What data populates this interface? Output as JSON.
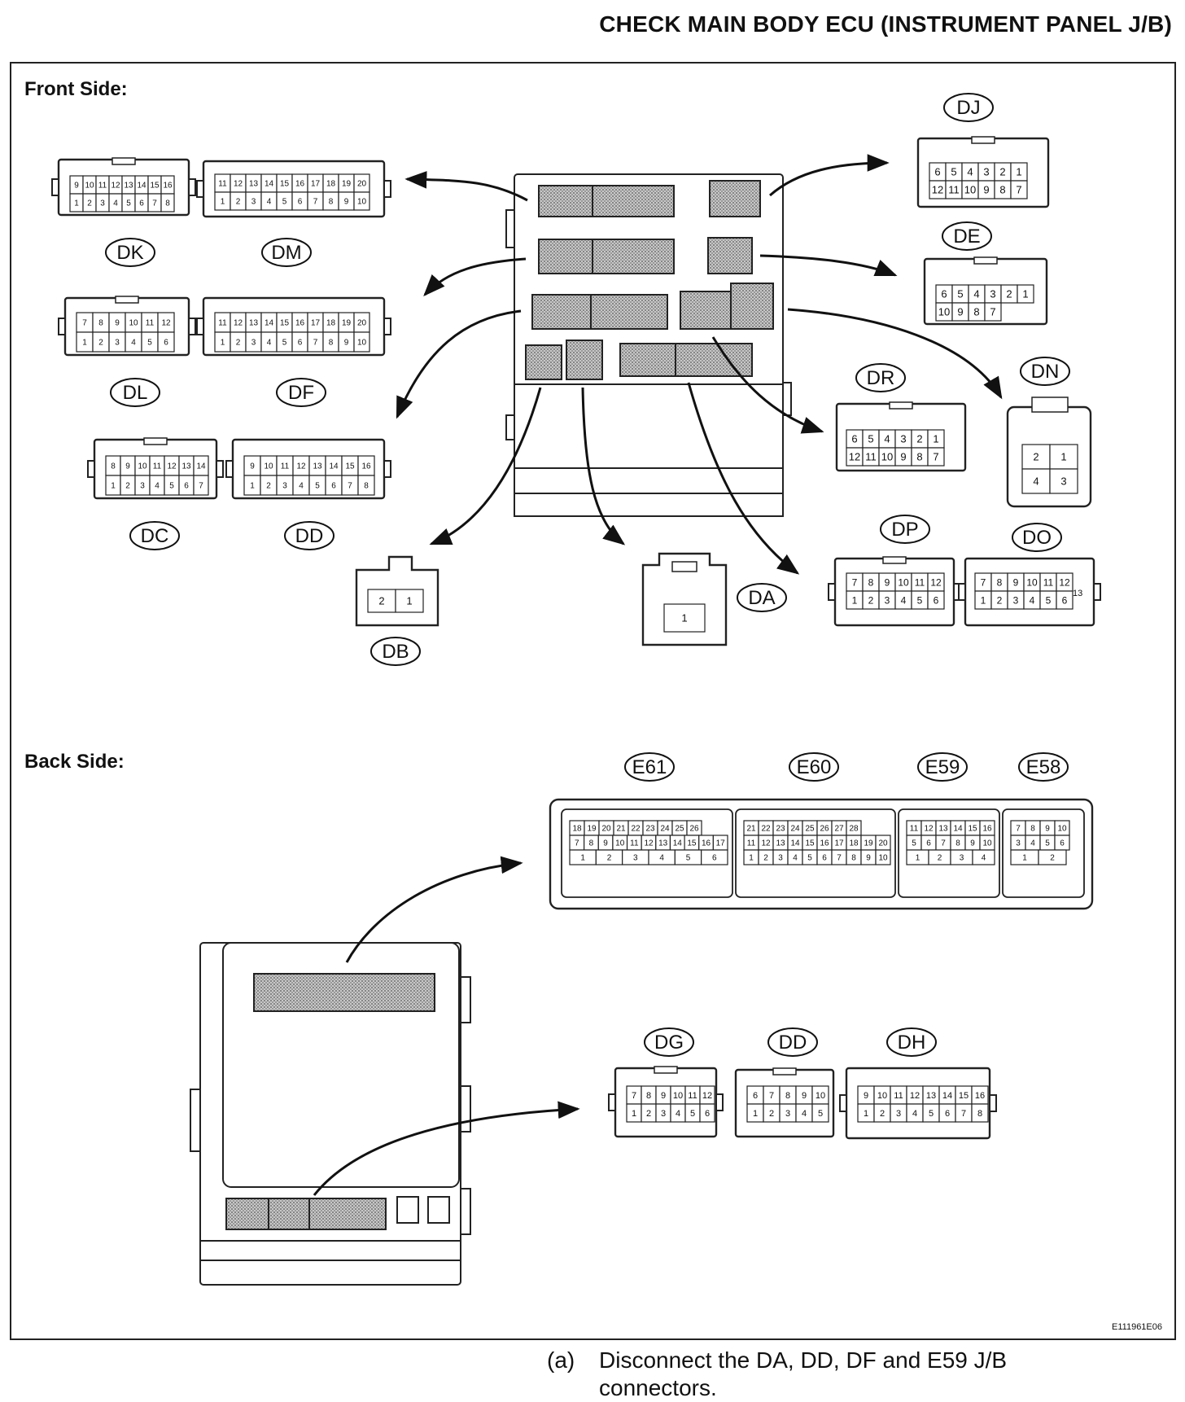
{
  "title": "CHECK MAIN BODY ECU (INSTRUMENT PANEL J/B)",
  "front_label": "Front Side:",
  "back_label": "Back Side:",
  "figure_id": "E111961E06",
  "caption": {
    "number": "(a)",
    "text": "Disconnect the DA, DD, DF and E59 J/B connectors."
  },
  "front_connectors": {
    "DK": {
      "top": [
        "9",
        "10",
        "11",
        "12",
        "13",
        "14",
        "15",
        "16"
      ],
      "bottom": [
        "1",
        "2",
        "3",
        "4",
        "5",
        "6",
        "7",
        "8"
      ]
    },
    "DM": {
      "top": [
        "11",
        "12",
        "13",
        "14",
        "15",
        "16",
        "17",
        "18",
        "19",
        "20"
      ],
      "bottom": [
        "1",
        "2",
        "3",
        "4",
        "5",
        "6",
        "7",
        "8",
        "9",
        "10"
      ]
    },
    "DL": {
      "top": [
        "7",
        "8",
        "9",
        "10",
        "11",
        "12"
      ],
      "bottom": [
        "1",
        "2",
        "3",
        "4",
        "5",
        "6"
      ]
    },
    "DF": {
      "top": [
        "11",
        "12",
        "13",
        "14",
        "15",
        "16",
        "17",
        "18",
        "19",
        "20"
      ],
      "bottom": [
        "1",
        "2",
        "3",
        "4",
        "5",
        "6",
        "7",
        "8",
        "9",
        "10"
      ]
    },
    "DC": {
      "top": [
        "8",
        "9",
        "10",
        "11",
        "12",
        "13",
        "14"
      ],
      "bottom": [
        "1",
        "2",
        "3",
        "4",
        "5",
        "6",
        "7"
      ]
    },
    "DD": {
      "top": [
        "9",
        "10",
        "11",
        "12",
        "13",
        "14",
        "15",
        "16"
      ],
      "bottom": [
        "1",
        "2",
        "3",
        "4",
        "5",
        "6",
        "7",
        "8"
      ]
    },
    "DB": {
      "top": [
        "2",
        "1"
      ]
    },
    "DA": {
      "top": [
        "1"
      ]
    },
    "DJ": {
      "top": [
        "6",
        "5",
        "4",
        "3",
        "2",
        "1"
      ],
      "bottom": [
        "12",
        "11",
        "10",
        "9",
        "8",
        "7"
      ]
    },
    "DE": {
      "top": [
        "6",
        "5",
        "4",
        "3",
        "2",
        "1"
      ],
      "bottom": [
        "10",
        "9",
        "8",
        "7"
      ]
    },
    "DR": {
      "top": [
        "6",
        "5",
        "4",
        "3",
        "2",
        "1"
      ],
      "bottom": [
        "12",
        "11",
        "10",
        "9",
        "8",
        "7"
      ]
    },
    "DN": {
      "top": [
        "2",
        "1"
      ],
      "bottom": [
        "4",
        "3"
      ]
    },
    "DP": {
      "top": [
        "7",
        "8",
        "9",
        "10",
        "11",
        "12"
      ],
      "bottom": [
        "1",
        "2",
        "3",
        "4",
        "5",
        "6"
      ]
    },
    "DO": {
      "top": [
        "7",
        "8",
        "9",
        "10",
        "11",
        "12"
      ],
      "bottom": [
        "1",
        "2",
        "3",
        "4",
        "5",
        "6"
      ],
      "side": "13"
    }
  },
  "back_connectors": {
    "E61": {
      "row1": [
        "18",
        "19",
        "20",
        "21",
        "22",
        "23",
        "24",
        "25",
        "26"
      ],
      "row2": [
        "7",
        "8",
        "9",
        "10",
        "11",
        "12",
        "13",
        "14",
        "15",
        "16",
        "17"
      ],
      "row3": [
        "1",
        "2",
        "3",
        "4",
        "5",
        "6"
      ]
    },
    "E60": {
      "row1": [
        "21",
        "22",
        "23",
        "24",
        "25",
        "26",
        "27",
        "28"
      ],
      "row2": [
        "11",
        "12",
        "13",
        "14",
        "15",
        "16",
        "17",
        "18",
        "19",
        "20"
      ],
      "row3": [
        "1",
        "2",
        "3",
        "4",
        "5",
        "6",
        "7",
        "8",
        "9",
        "10"
      ]
    },
    "E59": {
      "row1": [
        "11",
        "12",
        "13",
        "14",
        "15",
        "16"
      ],
      "row2": [
        "5",
        "6",
        "7",
        "8",
        "9",
        "10"
      ],
      "row3": [
        "1",
        "2",
        "3",
        "4"
      ]
    },
    "E58": {
      "row1": [
        "7",
        "8",
        "9",
        "10"
      ],
      "row2": [
        "3",
        "4",
        "5",
        "6"
      ],
      "row3": [
        "1",
        "2"
      ]
    },
    "DG": {
      "top": [
        "7",
        "8",
        "9",
        "10",
        "11",
        "12"
      ],
      "bottom": [
        "1",
        "2",
        "3",
        "4",
        "5",
        "6"
      ]
    },
    "DD": {
      "top": [
        "6",
        "7",
        "8",
        "9",
        "10"
      ],
      "bottom": [
        "1",
        "2",
        "3",
        "4",
        "5"
      ]
    },
    "DH": {
      "top": [
        "9",
        "10",
        "11",
        "12",
        "13",
        "14",
        "15",
        "16"
      ],
      "bottom": [
        "1",
        "2",
        "3",
        "4",
        "5",
        "6",
        "7",
        "8"
      ]
    }
  }
}
